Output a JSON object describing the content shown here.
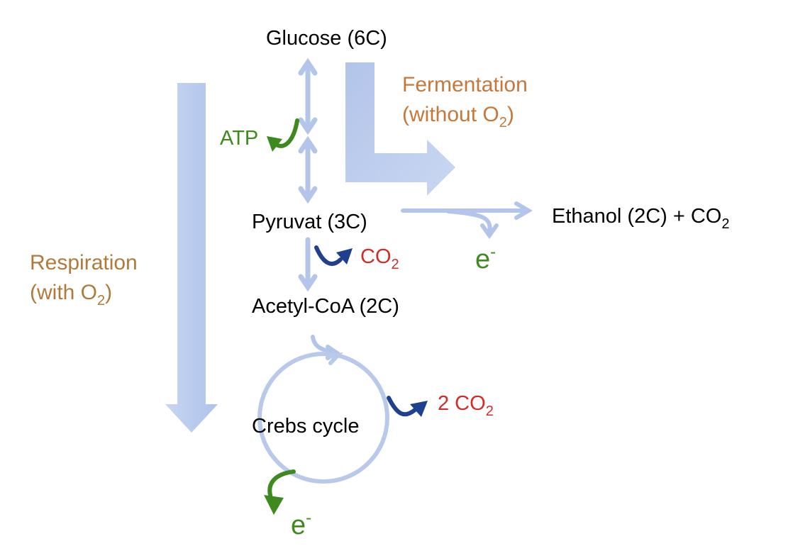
{
  "colors": {
    "text": "#000000",
    "orange": "#c8773a",
    "brown_orange": "#b07a3c",
    "green": "#3f8a1f",
    "red": "#d32b2b",
    "navy": "#1f3f8f",
    "light_blue": "#b8c9ea",
    "light_blue_arrow": "#aec2ea"
  },
  "nodes": {
    "glucose": "Glucose (6C)",
    "pyruvat": "Pyruvat (3C)",
    "acetyl_coa": "Acetyl-CoA (2C)",
    "crebs_cycle": "Crebs cycle",
    "ethanol_prefix": "Ethanol (2C) + CO",
    "ethanol_sub": "2"
  },
  "labels": {
    "fermentation_line1": "Fermentation",
    "fermentation_line2_prefix": "(without O",
    "fermentation_line2_sub": "2",
    "fermentation_line2_suffix": ")",
    "respiration_line1": "Respiration",
    "respiration_line2_prefix": "(with O",
    "respiration_line2_sub": "2",
    "respiration_line2_suffix": ")",
    "atp": "ATP",
    "co2_pyruvat_prefix": "CO",
    "co2_pyruvat_sub": "2",
    "co2_crebs_prefix": "2 CO",
    "co2_crebs_sub": "2",
    "electron_fermentation": "e",
    "electron_fermentation_sup": "-",
    "electron_crebs": "e",
    "electron_crebs_sup": "-"
  },
  "icons": {
    "atp_arrow": "curved-arrow-green",
    "co2_arrow": "curved-arrow-navy",
    "electron_arrow": "curved-arrow-green"
  }
}
